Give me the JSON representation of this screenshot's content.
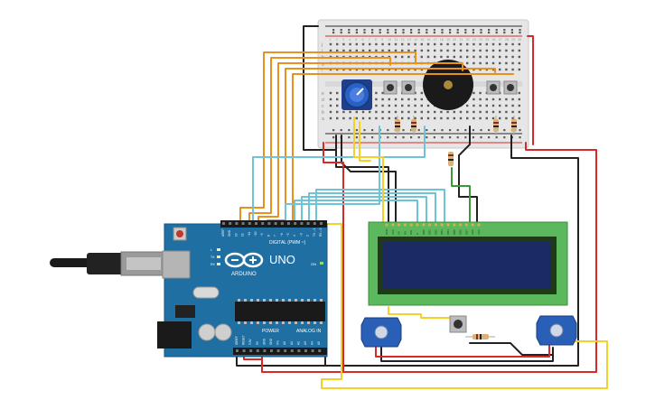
{
  "breadboard": {
    "row_letters_top": [
      "j",
      "i",
      "h",
      "g",
      "f"
    ],
    "row_letters_bottom": [
      "e",
      "d",
      "c",
      "b",
      "a"
    ],
    "column_numbers": [
      "1",
      "2",
      "3",
      "4",
      "5",
      "6",
      "7",
      "8",
      "9",
      "10",
      "11",
      "12",
      "13",
      "14",
      "15",
      "16",
      "17",
      "18",
      "19",
      "20",
      "21",
      "22",
      "23",
      "24",
      "25",
      "26",
      "27",
      "28",
      "29",
      "30"
    ]
  },
  "arduino": {
    "brand": "ARDUINO",
    "model": "UNO",
    "digital_label": "DIGITAL (PWM ~)",
    "power_label": "POWER",
    "analog_label": "ANALOG IN",
    "on_label": "ON",
    "led_labels": [
      "L",
      "TX",
      "RX"
    ],
    "header_pins_top": [
      "AREF",
      "GND",
      "13",
      "12",
      "~11",
      "~10",
      "~9",
      "8",
      "7",
      "~6",
      "~5",
      "4",
      "~3",
      "2",
      "TX→1",
      "RX←0"
    ],
    "header_pins_bottom": [
      "IOREF",
      "RESET",
      "3.3V",
      "5V",
      "GND",
      "GND",
      "Vin",
      "A0",
      "A1",
      "A2",
      "A3",
      "A4",
      "A5"
    ]
  },
  "lcd": {
    "pin_labels": [
      "GND",
      "VCC",
      "V0",
      "RS",
      "RW",
      "E",
      "DB0",
      "DB1",
      "DB2",
      "DB3",
      "DB4",
      "DB5",
      "DB6",
      "DB7",
      "LED",
      "LED"
    ]
  },
  "colors": {
    "arduino_board": "#1f6fa3",
    "breadboard": "#e8e8e8",
    "lcd_pcb": "#5cb85c",
    "lcd_screen": "#1b2a63",
    "wire_red": "#d62a2a",
    "wire_black": "#222222",
    "wire_orange": "#e8911c",
    "wire_yellow": "#f2d22a",
    "wire_cyan": "#6cc4d6",
    "wire_green": "#3a9a3a"
  },
  "icons": [
    "arduino-logo-icon",
    "usb-cable-icon",
    "piezo-buzzer-icon",
    "potentiometer-icon",
    "pushbutton-icon",
    "resistor-icon",
    "capacitive-sensor-icon"
  ]
}
